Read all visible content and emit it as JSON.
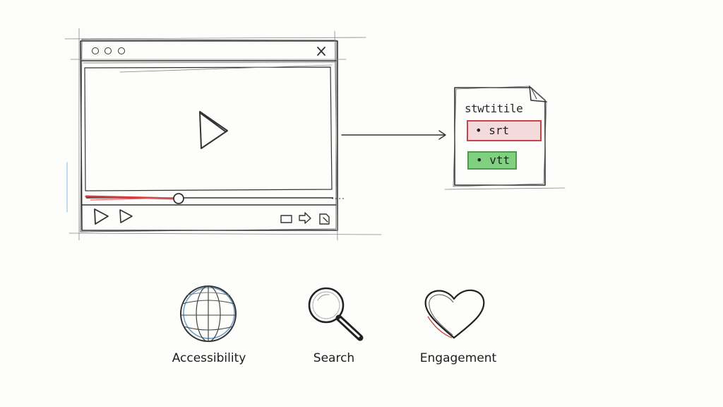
{
  "subtitle_file": {
    "title": "stwtitile",
    "formats": [
      {
        "label": "• srt",
        "color": "#c9434a"
      },
      {
        "label": "• vtt",
        "color": "#4e9a4e"
      }
    ]
  },
  "benefits": [
    {
      "label": "Accessibility",
      "icon": "globe-icon"
    },
    {
      "label": "Search",
      "icon": "magnifier-icon"
    },
    {
      "label": "Engagement",
      "icon": "heart-icon"
    }
  ],
  "colors": {
    "progress": "#d33a3a",
    "ink": "#333333"
  }
}
